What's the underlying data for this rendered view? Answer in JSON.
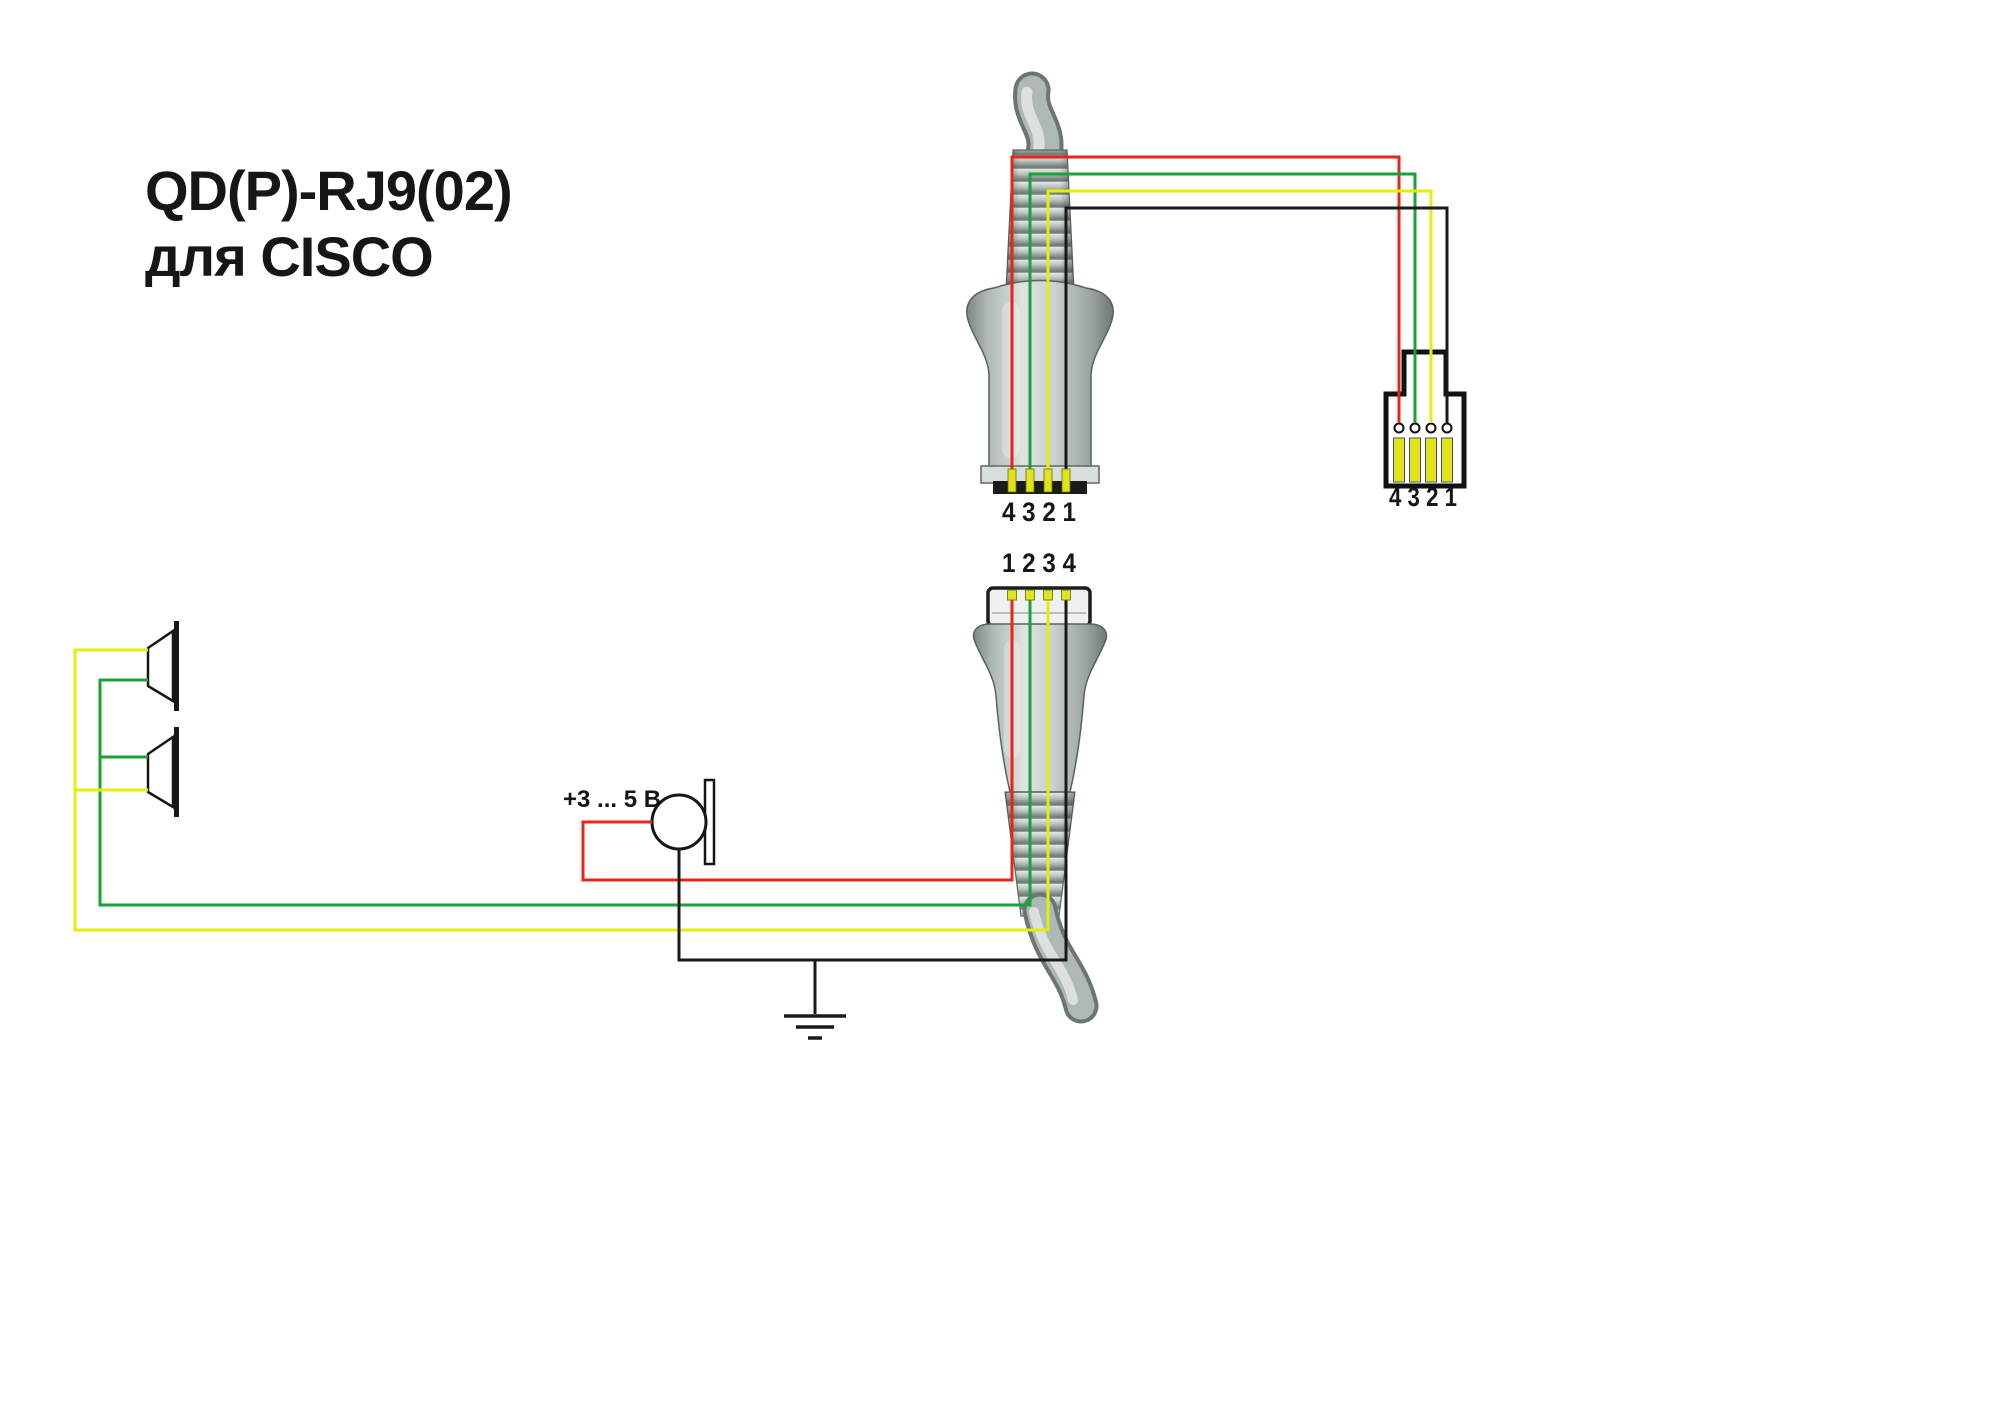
{
  "title": {
    "line1": "QD(P)-RJ9(02)",
    "line2": "для CISCO"
  },
  "pin_labels": {
    "qd_top": "4 3 2 1",
    "qd_bottom": "1 2 3 4",
    "rj9": "4 3 2 1"
  },
  "annotations": {
    "mic_voltage": "+3 ... 5 В"
  },
  "colors": {
    "wire_red": "#e8251a",
    "wire_green": "#1aa237",
    "wire_yellow": "#e4ee06",
    "wire_black": "#1a1a1a",
    "contact_yellow": "#dfe41f",
    "outline_black": "#141414",
    "connector_gray": "#c0c9c5",
    "background": "#ffffff"
  },
  "components": {
    "qd_top": "QD quick-disconnect connector (cable side), contacts facing down",
    "qd_bottom": "QD quick-disconnect connector (headset side), contacts facing up",
    "rj9": "RJ9 plug with 4 contacts",
    "speakers": [
      "left speaker (top)",
      "left speaker (bottom)"
    ],
    "microphone": "microphone capsule with +3...5 V supply",
    "ground": "ground symbol on black wire"
  },
  "wires": [
    {
      "color": "red",
      "signal": "microphone +3...5 V",
      "qd_pin": "1",
      "rj9_pin": "4"
    },
    {
      "color": "green",
      "signal": "speaker",
      "qd_pin": "2",
      "rj9_pin": "3"
    },
    {
      "color": "yellow",
      "signal": "speaker",
      "qd_pin": "3",
      "rj9_pin": "2"
    },
    {
      "color": "black",
      "signal": "common / ground",
      "qd_pin": "4",
      "rj9_pin": "1"
    }
  ]
}
